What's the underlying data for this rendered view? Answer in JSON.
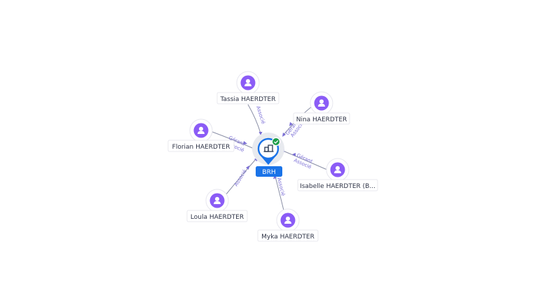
{
  "company": {
    "name": "BRH",
    "status_icon": "check-badge-icon",
    "icon": "building-icon",
    "colors": {
      "accent": "#1a73e8",
      "verified": "#1e9e4a"
    }
  },
  "persons": [
    {
      "name": "Tassia HAERDTER",
      "relation": "Associé",
      "icon": "person-icon"
    },
    {
      "name": "Nina HAERDTER",
      "relation_top": "Gérant",
      "relation_bottom": "Associé",
      "icon": "person-icon"
    },
    {
      "name": "Florian HAERDTER",
      "relation_top": "Gérant",
      "relation_bottom": "Associé",
      "icon": "person-icon"
    },
    {
      "name": "Isabelle HAERDTER (B...",
      "relation_top": "Gérant",
      "relation_bottom": "Associé",
      "icon": "person-icon"
    },
    {
      "name": "Loula HAERDTER",
      "relation": "Associé",
      "icon": "person-icon"
    },
    {
      "name": "Myka HAERDTER",
      "relation": "Associé",
      "icon": "person-icon"
    }
  ],
  "colors": {
    "person": "#8b5cf6",
    "edge_label": "#7b6fd6"
  }
}
